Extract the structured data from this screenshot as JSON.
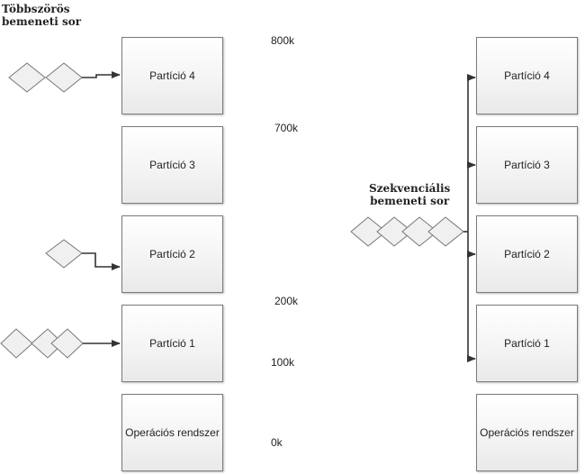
{
  "left_queue_title": [
    "Többszörös",
    "bemeneti sor"
  ],
  "right_queue_title": [
    "Szekvenciális",
    "bemeneti sor"
  ],
  "partitions": [
    "Partíció 4",
    "Partíció 3",
    "Partíció 2",
    "Partíció 1",
    "Operációs rendszer"
  ],
  "addresses": [
    "800k",
    "700k",
    "200k",
    "100k",
    "0k"
  ],
  "colors": {
    "line": "#333333",
    "box_border": "#7a7a7a",
    "diamond_fill": "#f0f0f0"
  }
}
